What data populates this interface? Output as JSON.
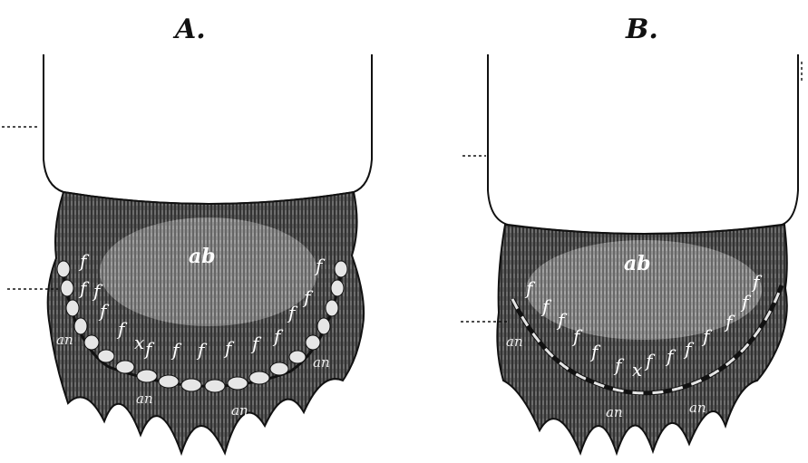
{
  "panels": [
    {
      "id": "A",
      "label": "A.",
      "region_label": "ab",
      "f_label": "f",
      "x_label": "x",
      "an_label": "an",
      "colors": {
        "tissue": "#3a3a3a",
        "segment": "#e6e6e6",
        "outline": "#111111"
      }
    },
    {
      "id": "B",
      "label": "B.",
      "region_label": "ab",
      "f_label": "f",
      "x_label": "x",
      "an_label": "an",
      "colors": {
        "tissue": "#4a4a4a",
        "segment": "#e6e6e6",
        "outline": "#111111"
      }
    }
  ]
}
